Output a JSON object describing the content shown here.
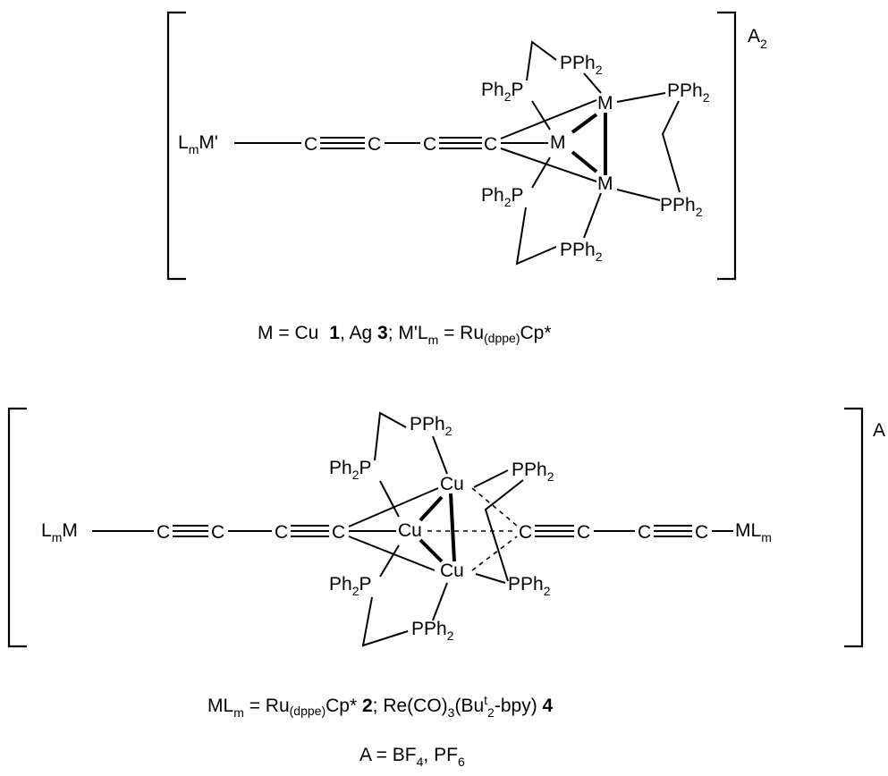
{
  "structure1": {
    "counter_main": "A",
    "counter_sub": "2",
    "lm_L": "L",
    "lm_m": "m",
    "lm_M": "M'",
    "C": "C",
    "Ph": "Ph",
    "two": "2",
    "P": "P",
    "PPh": "PPh",
    "M": "M"
  },
  "caption1": {
    "a": "M  =  ",
    "cu": "Cu",
    "n1": "1",
    "b": ", Ag ",
    "n3": "3",
    "c": ";  M'L",
    "m": "m",
    "d": " = Ru",
    "dppe": "(dppe)",
    "e": "Cp*"
  },
  "structure2": {
    "counter": "A",
    "L": "L",
    "m": "m",
    "M": "M",
    "ML": "ML",
    "C": "C",
    "Cu": "Cu",
    "Ph": "Ph",
    "two": "2",
    "P": "P",
    "PPh": "PPh"
  },
  "caption2": {
    "a": "ML",
    "m": "m",
    "b": " = Ru",
    "dppe": "(dppe)",
    "c": "Cp* ",
    "n2": "2",
    "d": ";  Re",
    "co": "(CO)",
    "three": "3",
    "e": "(Bu",
    "t": "t",
    "two": "2",
    "f": "-bpy) ",
    "n4": "4"
  },
  "caption3": {
    "a": "A  =  BF",
    "four": "4",
    "b": ", PF",
    "six": "6"
  }
}
